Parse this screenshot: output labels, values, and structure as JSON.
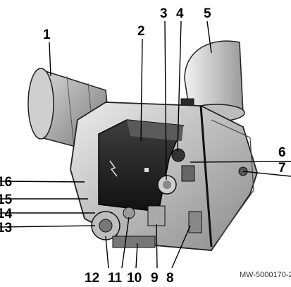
{
  "callouts": [
    "1",
    "2",
    "3",
    "4",
    "5",
    "6",
    "7",
    "8",
    "9",
    "10",
    "11",
    "12",
    "13",
    "14",
    "15",
    "16"
  ],
  "drawing_ref": "MW-5000170-2"
}
